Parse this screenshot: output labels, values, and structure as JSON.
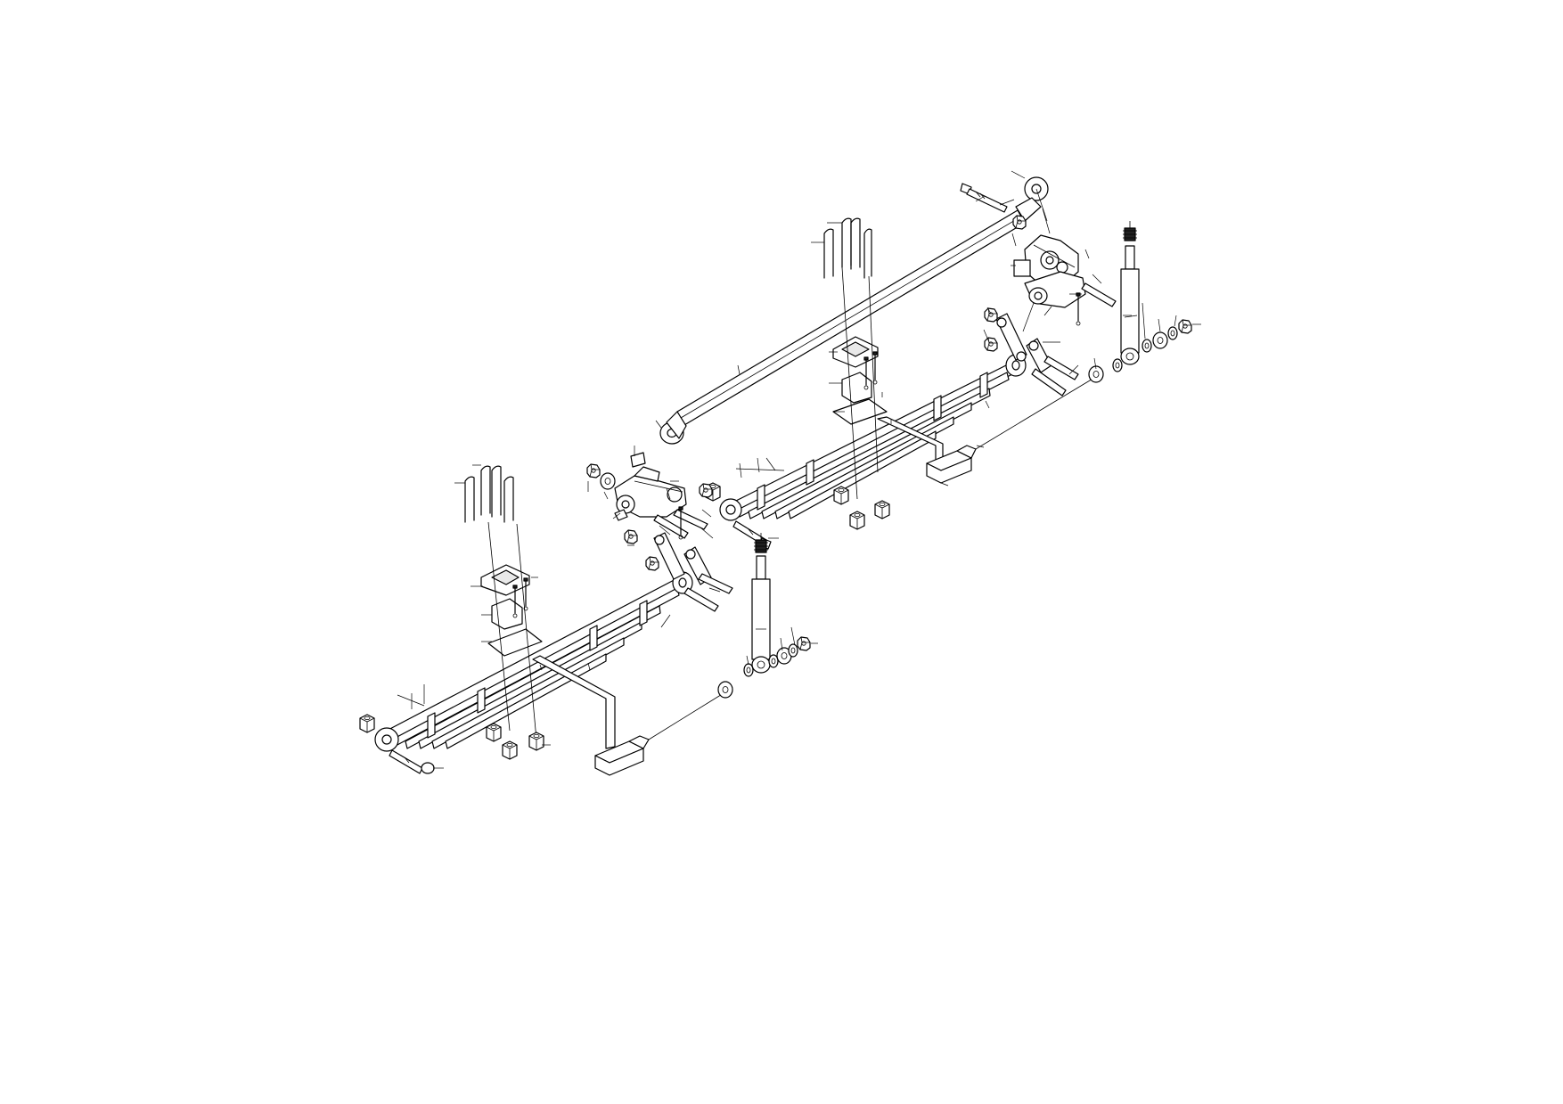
{
  "page": {
    "background": "#ffffff",
    "line_color": "#000000"
  },
  "diagram": {
    "kind": "exploded-assembly",
    "labels_printed": false,
    "assemblies": [
      {
        "id": "left-spring",
        "parts": [
          "leaf-spring",
          "u-bolt-pair",
          "spring-pad",
          "bump-stop",
          "axle-seat-plate",
          "front-eye-bolt",
          "front-eye-nut",
          "rear-shackle-pair",
          "shackle-bolts",
          "u-bolt-nuts",
          "spring-clamps",
          "center-bolt"
        ]
      },
      {
        "id": "right-spring",
        "parts": [
          "leaf-spring",
          "u-bolt-pair",
          "spring-pad",
          "bump-stop",
          "axle-seat-plate",
          "front-eye-bolt",
          "rear-shackle-pair",
          "shackle-bolts",
          "u-bolt-nuts",
          "spring-clamps"
        ]
      },
      {
        "id": "panhard-rod",
        "parts": [
          "rod-tube",
          "lower-eye",
          "upper-eye",
          "mount-bolt",
          "frame-bracket"
        ]
      },
      {
        "id": "shock-absorbers",
        "count": 2,
        "parts": [
          "shock-body",
          "bushing-washer-stack",
          "mount-nut"
        ]
      },
      {
        "id": "axle-beam",
        "parts": [
          "axle-stub",
          "axle-end"
        ]
      }
    ]
  }
}
